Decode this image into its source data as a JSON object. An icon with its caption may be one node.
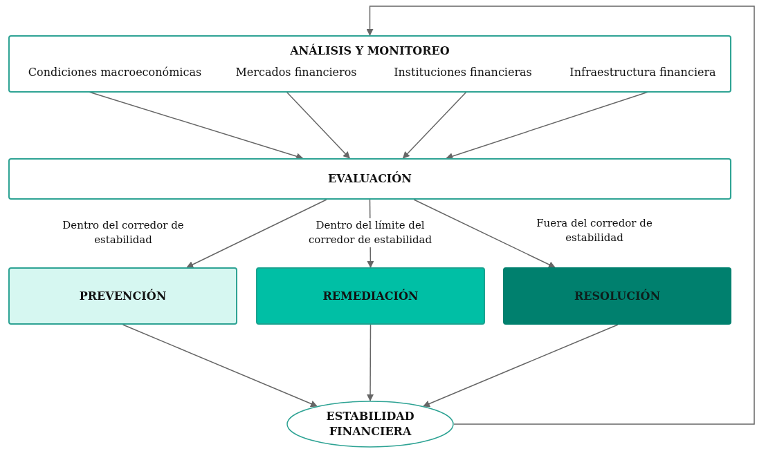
{
  "diagram": {
    "nodes": [
      {
        "text": [
          "ANÁLISIS Y MONITOREO"
        ]
      },
      {
        "text": [
          "Condiciones macroeconómicas"
        ],
        "in": 0
      },
      {
        "text": [
          "Mercados financieros"
        ],
        "in": 0
      },
      {
        "text": [
          "Instituciones financieras"
        ],
        "in": 0
      },
      {
        "text": [
          "Infraestructura financiera"
        ],
        "in": 0
      },
      {
        "text": [
          "EVALUACIÓN"
        ]
      },
      {
        "text": [
          "PREVENCIÓN"
        ]
      },
      {
        "text": [
          "REMEDIACIÓN"
        ]
      },
      {
        "text": [
          "RESOLUCIÓN"
        ]
      },
      {
        "text": [
          "ESTABILIDAD FINANCIERA"
        ]
      }
    ],
    "edges": [
      {
        "from": 1,
        "to": 5,
        "arrow": "to"
      },
      {
        "from": 2,
        "to": 5,
        "arrow": "to"
      },
      {
        "from": 3,
        "to": 5,
        "arrow": "to"
      },
      {
        "from": 4,
        "to": 5,
        "arrow": "to"
      },
      {
        "from": 5,
        "to": 6,
        "arrow": "to",
        "label": "Dentro del corredor de estabilidad"
      },
      {
        "from": 5,
        "to": 7,
        "arrow": "to",
        "label": "Dentro del límite del corredor de estabilidad"
      },
      {
        "from": 5,
        "to": 8,
        "arrow": "to",
        "label": "Fuera del corredor de estabilidad"
      },
      {
        "from": 6,
        "to": 9,
        "arrow": "to"
      },
      {
        "from": 7,
        "to": 9,
        "arrow": "to"
      },
      {
        "from": 8,
        "to": 9,
        "arrow": "to"
      },
      {
        "from": 9,
        "to": 0,
        "arrow": "to"
      }
    ]
  }
}
